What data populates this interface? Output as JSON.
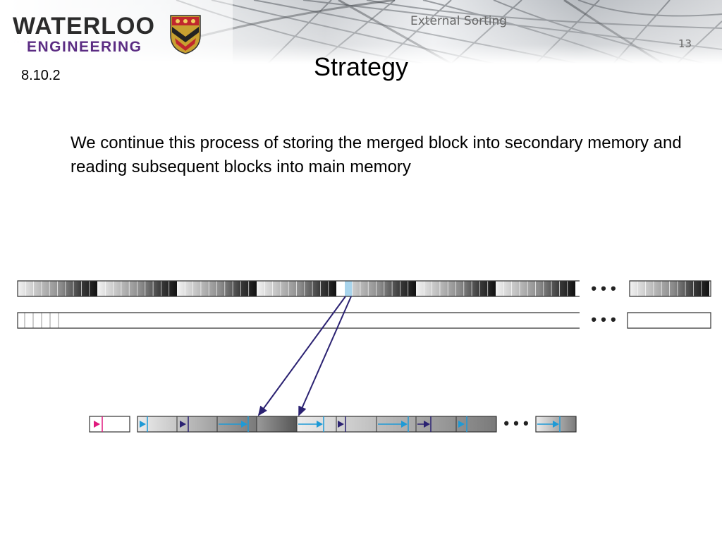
{
  "header": {
    "logo_line1": "WATERLOO",
    "logo_line2": "ENGINEERING",
    "course_title": "External Sorting",
    "page_number": "13"
  },
  "slide": {
    "section": "8.10.2",
    "title": "Strategy",
    "body": "We continue this process of storing the merged block into secondary memory and reading subsequent blocks into main memory"
  },
  "diagram": {
    "ellipsis": "• • •",
    "colors": {
      "magenta_pointer": "#e0197d",
      "cyan_pointer": "#1e9ad6",
      "navy_pointer": "#2b2272",
      "highlight_cell": "#a8d4ec",
      "merge_arrows": "#2b2272"
    }
  }
}
